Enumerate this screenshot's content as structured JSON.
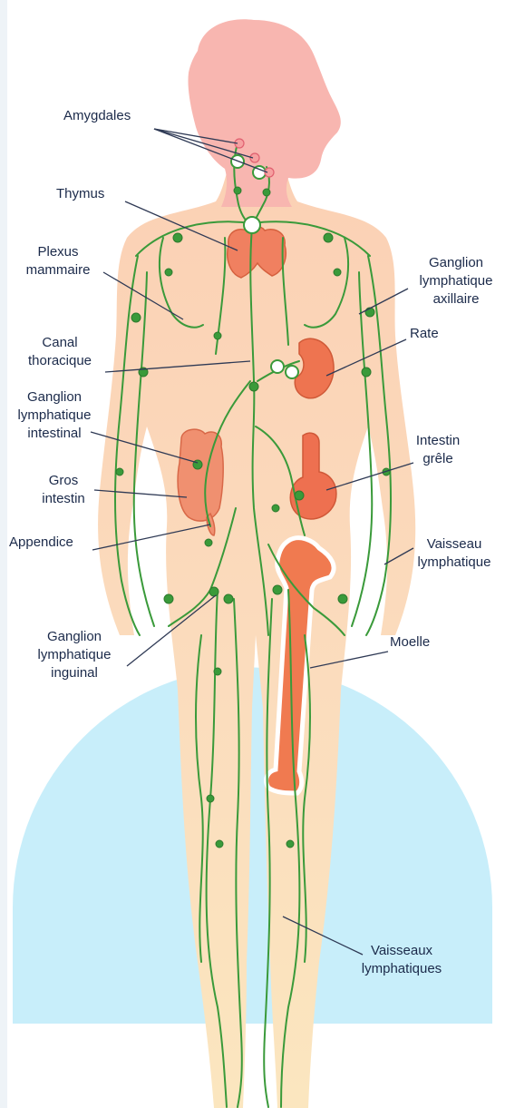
{
  "colors": {
    "background_arc": "#c8eefa",
    "body_skin": "#fbd3b6",
    "body_legs": "#fbe3bd",
    "head": "#f8b6b0",
    "vessels": "#3a9a3a",
    "organs": "#f08060",
    "label_text": "#1b2a4a"
  },
  "labels": {
    "amygdales": "Amygdales",
    "thymus": "Thymus",
    "plexus_mammaire": "Plexus\nmammaire",
    "canal_thoracique": "Canal\nthoracique",
    "ganglion_intestinal": "Ganglion\nlymphatique\nintestinal",
    "gros_intestin": "Gros\nintestin",
    "appendice": "Appendice",
    "ganglion_inguinal": "Ganglion\nlymphatique\ninguinal",
    "ganglion_axillaire": "Ganglion\nlymphatique\naxillaire",
    "rate": "Rate",
    "intestin_grele": "Intestin\ngrêle",
    "vaisseau_lymphatique": "Vaisseau\nlymphatique",
    "moelle": "Moelle",
    "vaisseaux_lymphatiques": "Vaisseaux\nlymphatiques"
  }
}
